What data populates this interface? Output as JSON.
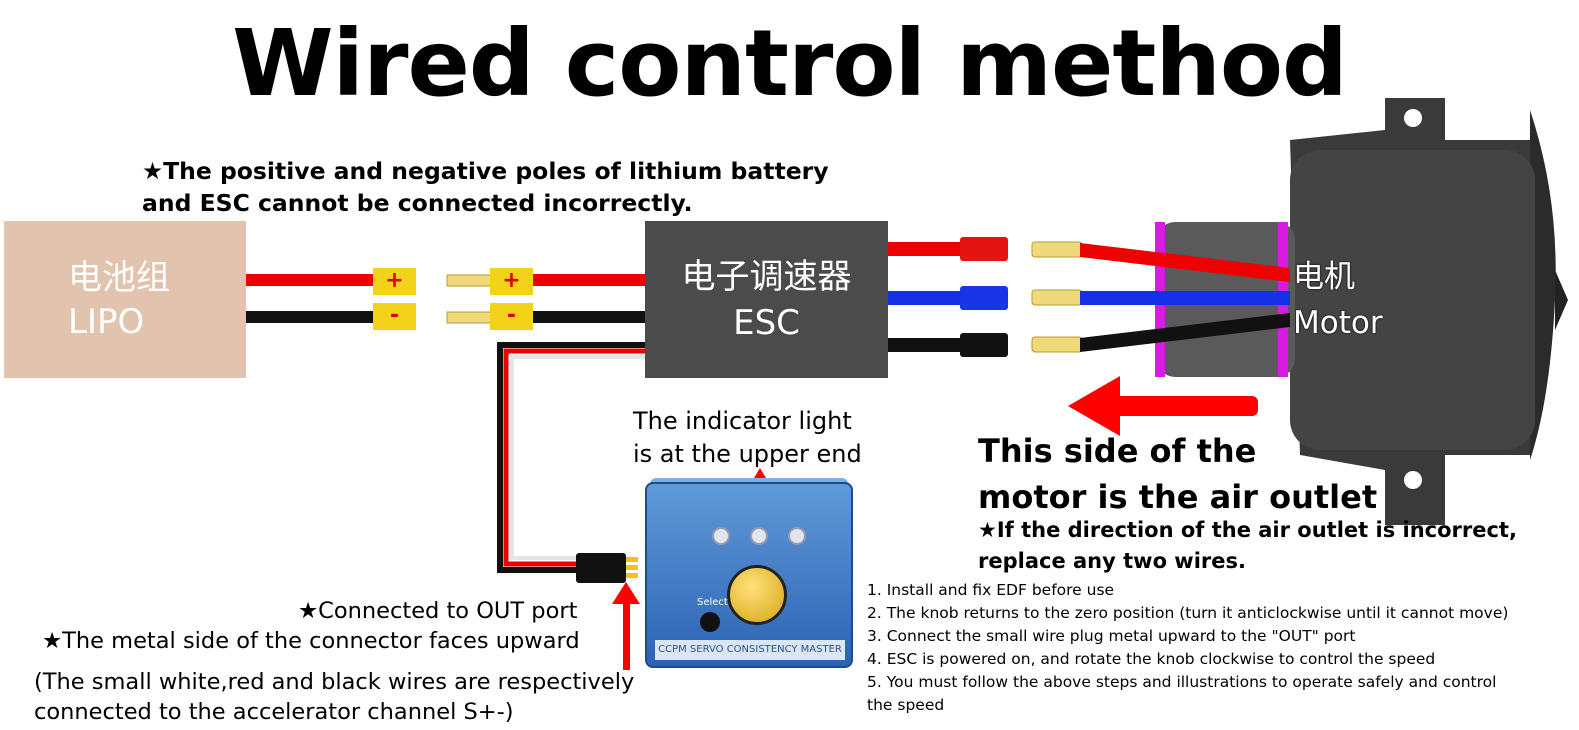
{
  "title": "Wired control method",
  "warning_top": {
    "line1": "★The positive and negative poles of lithium battery",
    "line2": "and ESC cannot be connected incorrectly."
  },
  "lipo": {
    "line1": "电池组",
    "line2": "LIPO"
  },
  "esc": {
    "line1": "电子调速器",
    "line2": "ESC"
  },
  "motor": {
    "line1": "电机",
    "line2": "Motor"
  },
  "connector_signs": {
    "plus": "+",
    "minus": "-"
  },
  "indicator": {
    "line1": "The indicator light",
    "line2": "is at the upper end"
  },
  "air_outlet": {
    "line1": "This side of the",
    "line2": "motor is the air outlet",
    "note1": "★If the direction of the air outlet is incorrect,",
    "note2": "replace any two wires."
  },
  "out_port": {
    "line1": "★Connected to OUT port",
    "line2": "★The metal side of the connector faces upward"
  },
  "wires_note": {
    "line1": "(The small white,red and black wires are respectively",
    "line2": "connected to the accelerator channel S+-)"
  },
  "tester": {
    "brand": "CCPM SERVO CONSISTENCY MASTER",
    "select": "Select"
  },
  "steps": [
    "1. Install and fix EDF before use",
    "2. The knob returns to the zero position (turn it anticlockwise until it cannot move)",
    "3. Connect the small wire plug metal upward to the \"OUT\" port",
    "4. ESC is powered on, and rotate the knob clockwise to control the speed",
    "5. You must follow the above steps and illustrations to operate safely and control",
    "the speed"
  ],
  "colors": {
    "arrow": "#ff0000",
    "lipo": "#e2c3ad",
    "esc": "#4b4b4b",
    "motor": "#3a3a3a",
    "connector": "#f3d21a"
  }
}
